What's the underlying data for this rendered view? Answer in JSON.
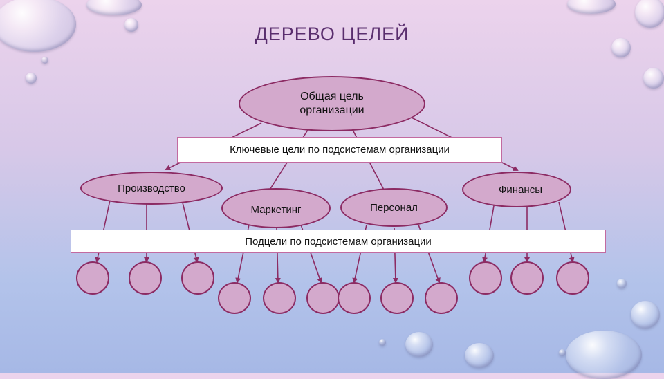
{
  "slide": {
    "title": "ДЕРЕВО ЦЕЛЕЙ"
  },
  "root": {
    "line1": "Общая цель",
    "line2": "организации"
  },
  "key_goals_bar": {
    "label": "Ключевые цели по подсистемам организации"
  },
  "subsystems": {
    "production": "Производство",
    "marketing": "Маркетинг",
    "personnel": "Персонал",
    "finance": "Финансы"
  },
  "subgoals_bar": {
    "label": "Подцели по подсистемам организации"
  },
  "colors": {
    "node_fill": "#d3a9cc",
    "node_border": "#8c2b63",
    "title": "#5a2e6e"
  }
}
